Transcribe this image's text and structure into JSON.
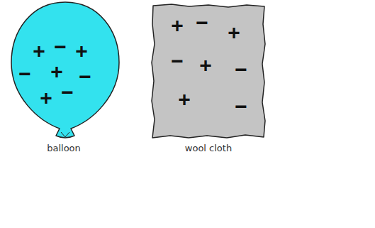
{
  "diagram": {
    "nodes": [
      {
        "text": [
          "+",
          "−",
          "+",
          "−",
          "+",
          "−",
          "+",
          "−",
          "balloon"
        ]
      },
      {
        "text": [
          "+",
          "−",
          "+",
          "−",
          "+",
          "−",
          "+",
          "−",
          "wool cloth"
        ]
      }
    ]
  }
}
